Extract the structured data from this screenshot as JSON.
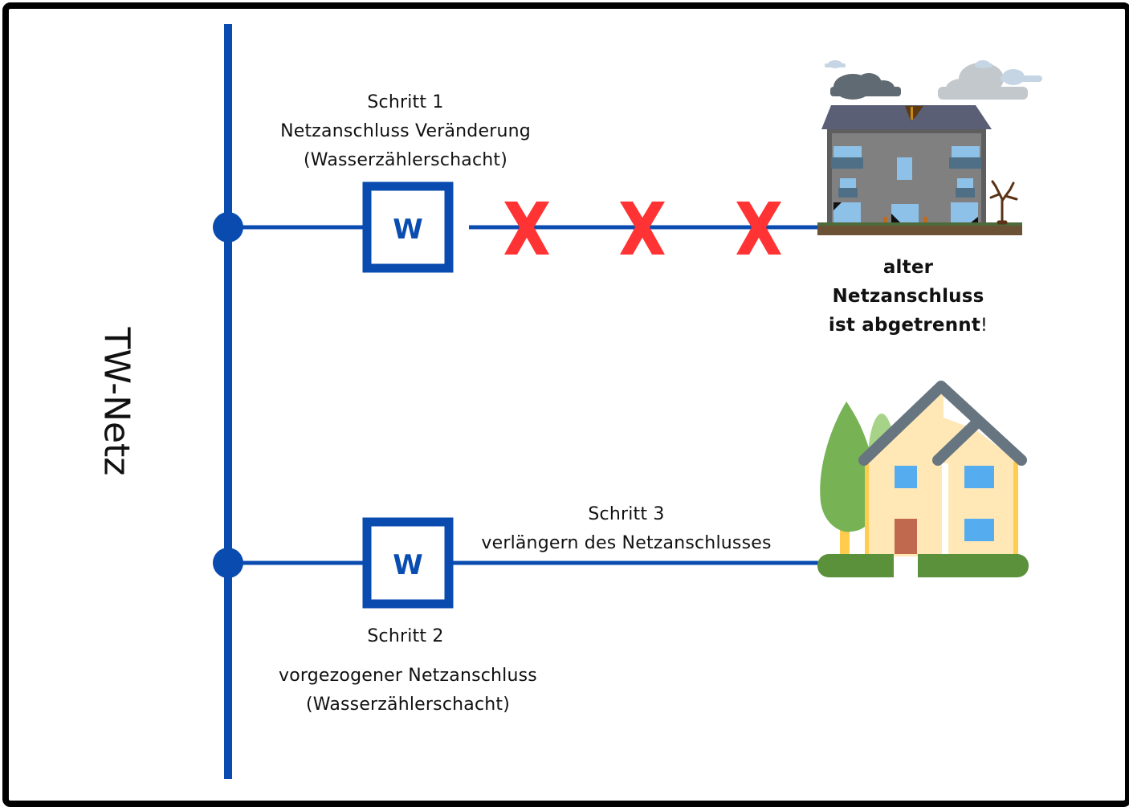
{
  "network": {
    "label": "TW-Netz",
    "color": "#0a4bb0"
  },
  "step1": {
    "title": "Schritt 1",
    "line1": "Netzanschluss Veränderung",
    "line2": "(Wasserzählerschacht)",
    "meter_label": "W"
  },
  "step2": {
    "title": "Schritt 2",
    "line1": "vorgezogener Netzanschluss",
    "line2": "(Wasserzählerschacht)",
    "meter_label": "W"
  },
  "step3": {
    "title": "Schritt 3",
    "line1": "verlängern des Netzanschlusses"
  },
  "old_connection": {
    "line1": "alter",
    "line2": "Netzanschluss",
    "line3_bold": "ist abgetrennt",
    "line3_suffix": "!",
    "cut_marks": [
      "X",
      "X",
      "X"
    ],
    "cut_color": "#ff3333"
  },
  "icons": {
    "old_house": "old-damaged-house-icon",
    "new_house": "new-house-icon"
  }
}
